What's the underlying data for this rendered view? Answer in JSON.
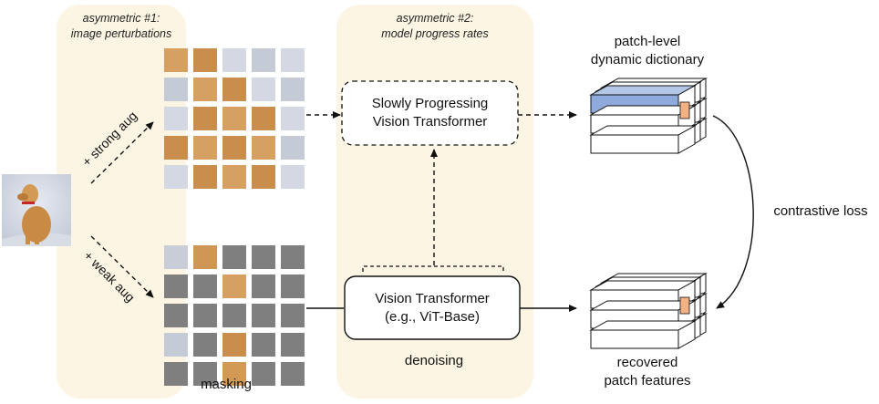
{
  "panels": {
    "left_title_line1": "asymmetric #1:",
    "left_title_line2": "image perturbations",
    "mid_title_line1": "asymmetric #2:",
    "mid_title_line2": "model progress rates"
  },
  "arrows": {
    "strong_aug": "+ strong aug",
    "weak_aug": "+ weak aug"
  },
  "masking_label": "masking",
  "teacher": {
    "line1": "Slowly Progressing",
    "line2": "Vision Transformer"
  },
  "student": {
    "line1": "Vision Transformer",
    "line2": "(e.g., ViT-Base)"
  },
  "denoising_label": "denoising",
  "dictionary": {
    "line1": "patch-level",
    "line2": "dynamic dictionary"
  },
  "recovered": {
    "line1": "recovered",
    "line2": "patch features"
  },
  "loss_label": "contrastive loss",
  "colors": {
    "panel": "#fdf5e4",
    "grey_patch": "#7f7f7f",
    "blue_feature": "#8faadc",
    "orange_feature": "#f4b183"
  }
}
